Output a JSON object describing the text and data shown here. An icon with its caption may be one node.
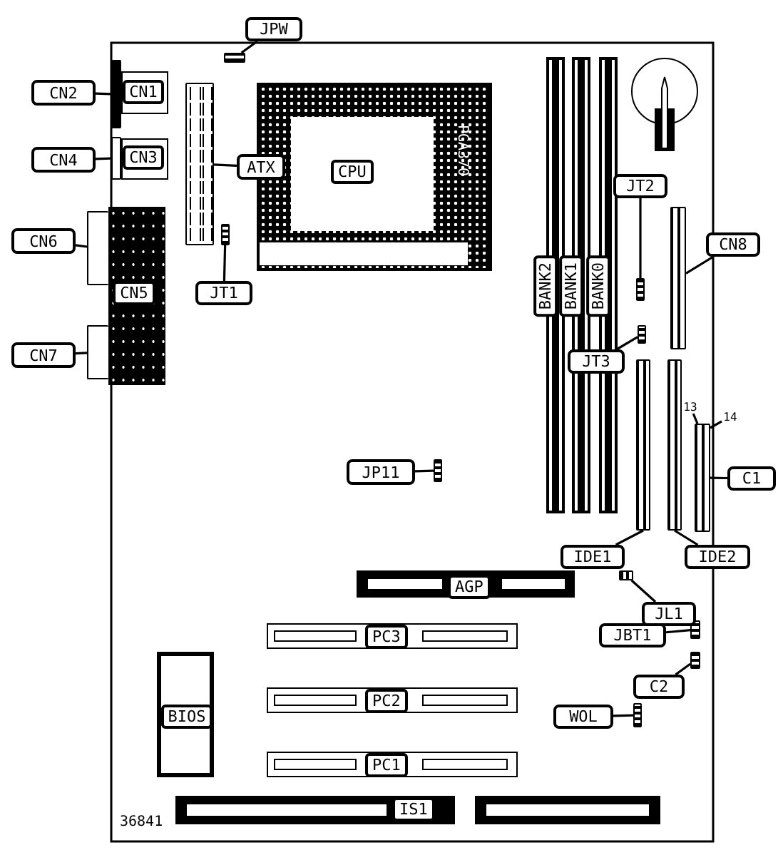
{
  "diagram": {
    "nodes": [
      {
        "text": [
          "JPW"
        ]
      },
      {
        "text": [],
        "shape": "box"
      },
      {
        "text": [
          "CN2"
        ]
      },
      {
        "text": [],
        "shape": "box"
      },
      {
        "text": [
          "CN1"
        ]
      },
      {
        "text": [
          "ATX"
        ]
      },
      {
        "text": [],
        "shape": "box"
      },
      {
        "text": [
          "CPU",
          "PGA370"
        ]
      },
      {
        "text": [
          "BANK2"
        ]
      },
      {
        "text": [
          "BANK1"
        ]
      },
      {
        "text": [
          "BANK0"
        ]
      },
      {
        "text": [
          "CN4"
        ]
      },
      {
        "text": [],
        "shape": "box"
      },
      {
        "text": [
          "CN3"
        ]
      },
      {
        "text": [
          "JT2"
        ]
      },
      {
        "text": [
          "CN6"
        ]
      },
      {
        "text": [],
        "shape": "box"
      },
      {
        "text": [
          "CN5"
        ]
      },
      {
        "text": [],
        "shape": "box"
      },
      {
        "text": [
          "JT1"
        ]
      },
      {
        "text": [],
        "shape": "box"
      },
      {
        "text": [],
        "shape": "box"
      },
      {
        "text": [
          "CN8"
        ]
      },
      {
        "text": [],
        "shape": "box"
      },
      {
        "text": [
          "JT3"
        ]
      },
      {
        "text": [
          "CN7"
        ]
      },
      {
        "text": [],
        "shape": "box"
      },
      {
        "text": [],
        "shape": "box"
      },
      {
        "text": [],
        "shape": "box"
      },
      {
        "text": [],
        "shape": "box"
      },
      {
        "text": [
          "JP11"
        ]
      },
      {
        "text": [],
        "shape": "box"
      },
      {
        "text": [
          "IDE1"
        ]
      },
      {
        "text": [
          "IDE2"
        ]
      },
      {
        "text": [
          "AGP"
        ]
      },
      {
        "text": [],
        "shape": "box"
      },
      {
        "text": [
          "JL1"
        ]
      },
      {
        "text": [
          "JBT1"
        ]
      },
      {
        "text": [],
        "shape": "box"
      },
      {
        "text": [
          "PC3"
        ]
      },
      {
        "text": [],
        "shape": "box"
      },
      {
        "text": [
          "C2"
        ]
      },
      {
        "text": [
          "BIOS"
        ]
      },
      {
        "text": [
          "PC2"
        ]
      },
      {
        "text": [
          "WOL"
        ]
      },
      {
        "text": [],
        "shape": "box"
      },
      {
        "text": [
          "PC1"
        ]
      },
      {
        "text": [
          "IS1"
        ]
      },
      {
        "text": [],
        "shape": "bar"
      },
      {
        "text": [
          "13"
        ]
      },
      {
        "text": [
          "14"
        ]
      },
      {
        "text": [
          "C1"
        ]
      }
    ],
    "edges": [
      {
        "from": 0,
        "to": 1,
        "arrow": "none"
      },
      {
        "from": 2,
        "to": 3,
        "arrow": "none"
      },
      {
        "from": 5,
        "to": 6,
        "arrow": "none"
      },
      {
        "from": 11,
        "to": 12,
        "arrow": "none"
      },
      {
        "from": 14,
        "to": 20,
        "arrow": "none"
      },
      {
        "from": 15,
        "to": 16,
        "arrow": "none"
      },
      {
        "from": 19,
        "to": 18,
        "arrow": "none"
      },
      {
        "from": 22,
        "to": 21,
        "arrow": "none"
      },
      {
        "from": 24,
        "to": 23,
        "arrow": "none"
      },
      {
        "from": 25,
        "to": 26,
        "arrow": "none"
      },
      {
        "from": 30,
        "to": 31,
        "arrow": "none"
      },
      {
        "from": 32,
        "to": 27,
        "arrow": "none"
      },
      {
        "from": 33,
        "to": 28,
        "arrow": "none"
      },
      {
        "from": 36,
        "to": 35,
        "arrow": "none"
      },
      {
        "from": 37,
        "to": 38,
        "arrow": "none"
      },
      {
        "from": 41,
        "to": 40,
        "arrow": "none"
      },
      {
        "from": 44,
        "to": 45,
        "arrow": "none"
      },
      {
        "from": 51,
        "to": 29,
        "arrow": "none"
      },
      {
        "from": 49,
        "to": 29,
        "arrow": "none"
      },
      {
        "from": 50,
        "to": 29,
        "arrow": "none"
      }
    ],
    "labels": [
      "36841"
    ]
  }
}
